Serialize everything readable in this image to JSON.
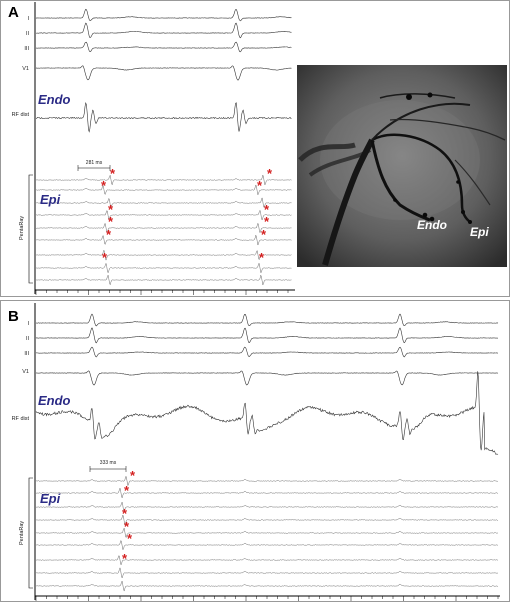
{
  "panels": [
    {
      "letter": "A",
      "leads": [
        "I",
        "II",
        "III",
        "V1",
        "RF dist"
      ],
      "endo_label": "Endo",
      "epi_label": "Epi",
      "penta_label": "PentaRay",
      "interval_label": "281 ms",
      "asterisk": "*"
    },
    {
      "letter": "B",
      "leads": [
        "I",
        "II",
        "III",
        "V1",
        "RF dist"
      ],
      "endo_label": "Endo",
      "epi_label": "Epi",
      "penta_label": "PentaRay",
      "interval_label": "333 ms",
      "asterisk": "*"
    }
  ],
  "fluoro": {
    "endo_label": "Endo",
    "epi_label": "Epi"
  }
}
